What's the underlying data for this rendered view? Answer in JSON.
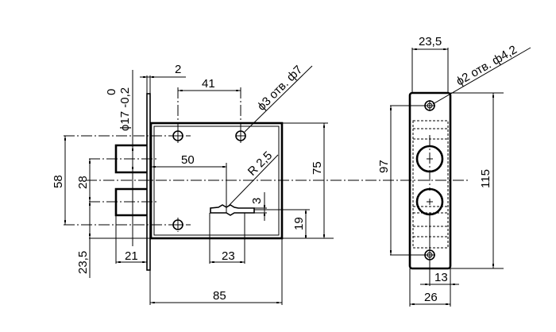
{
  "drawing": {
    "title": "Mortise lock technical drawing",
    "colors": {
      "line": "#000000",
      "background": "#ffffff"
    },
    "front_view": {
      "dims": {
        "faceplate_thickness": "2",
        "bolt_diameter_upper": "0",
        "bolt_diameter_lower": "ϕ17 -0,2",
        "hole_spacing": "41",
        "holes_note": "ϕ3 отв. ф7",
        "backset": "50",
        "keyhole_radius": "R 2,5",
        "case_height": "75",
        "bolt_spacing_outer": "58",
        "bolt_spacing_inner": "28",
        "bolt_projection": "21",
        "bottom_offset": "23,5",
        "keyhole_width": "23",
        "keyhole_slot": "3",
        "keyhole_height": "19",
        "case_depth": "85"
      }
    },
    "side_view": {
      "dims": {
        "top_width": "23,5",
        "holes_note": "ϕ2 отв. ф4,2",
        "hole_spacing": "97",
        "plate_height": "115",
        "center_offset": "13",
        "plate_width": "26"
      }
    }
  }
}
